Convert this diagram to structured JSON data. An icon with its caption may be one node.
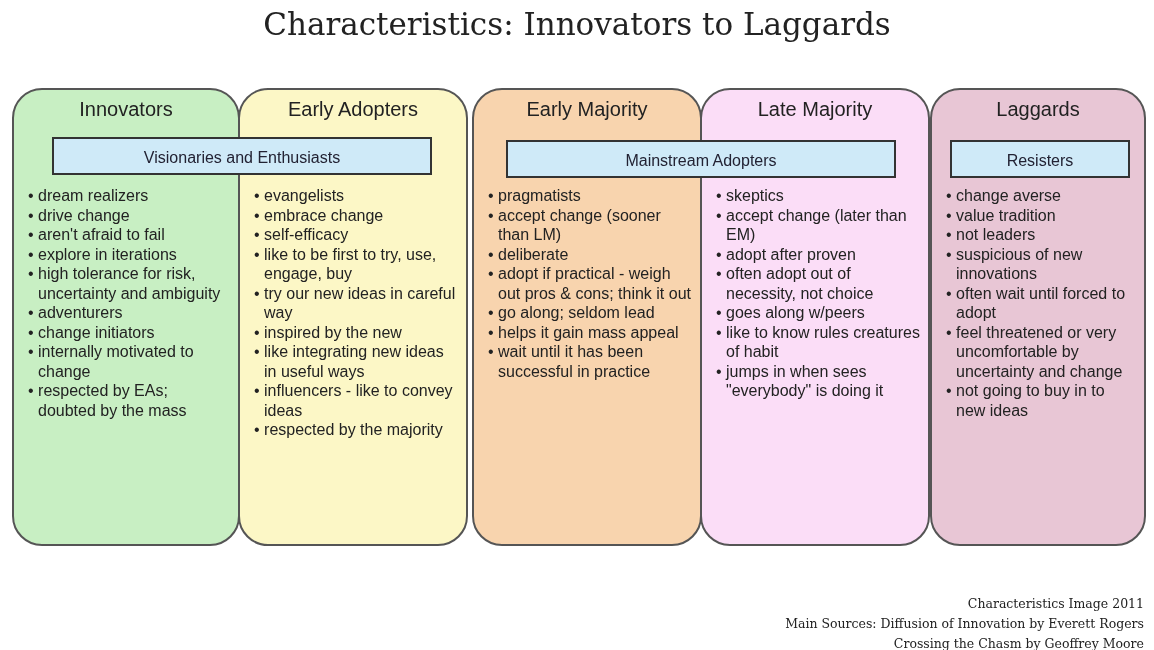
{
  "diagram": {
    "title": "Characteristics: Innovators to Laggards",
    "nodes": [
      {
        "text": [
          "Innovators",
          "• dream realizers",
          "• drive change",
          "• aren't afraid to fail",
          "• explore in iterations",
          "• high tolerance for risk, uncertainty and ambiguity",
          "• adventurers",
          "• change initiators",
          "• internally motivated to change",
          "• respected by EAs; doubted by the mass"
        ]
      },
      {
        "text": [
          "Early Adopters",
          "• evangelists",
          "• embrace change",
          "• self-efficacy",
          "• like to be first to try, use, engage, buy",
          "• try our new ideas in careful way",
          "• inspired by the new",
          "• like integrating new ideas in useful ways",
          "• influencers - like to convey ideas",
          "• respected by the majority"
        ]
      },
      {
        "text": [
          "Early Majority",
          "• pragmatists",
          "• accept change (sooner than LM)",
          "• deliberate",
          "• adopt if practical - weigh out pros & cons; think it out",
          "• go along; seldom lead",
          "• helps it gain mass appeal",
          "• wait until it has been successful in practice"
        ]
      },
      {
        "text": [
          "Late Majority",
          "• skeptics",
          "• accept change (later than EM)",
          "• adopt after proven",
          "• often adopt out of necessity, not choice",
          "• goes along w/peers",
          "• like to know rules creatures of habit",
          "• jumps in when sees \"everybody\" is doing it"
        ]
      },
      {
        "text": [
          "Laggards",
          "• change averse",
          "• value tradition",
          "• not leaders",
          "• suspicious of new innovations",
          "• often wait until forced to adopt",
          "• feel threatened or very uncomfortable by uncertainty and change",
          "• not going to buy in to new ideas"
        ]
      },
      {
        "text": [
          "Visionaries and Enthusiasts"
        ]
      },
      {
        "text": [
          "Mainstream Adopters"
        ]
      },
      {
        "text": [
          "Resisters"
        ],
        "in": 4
      }
    ],
    "labels": [
      "Characteristics Image 2011",
      "Main Sources:  Diffusion of Innovation by Everett Rogers",
      "Crossing the Chasm by Geoffrey Moore"
    ]
  }
}
